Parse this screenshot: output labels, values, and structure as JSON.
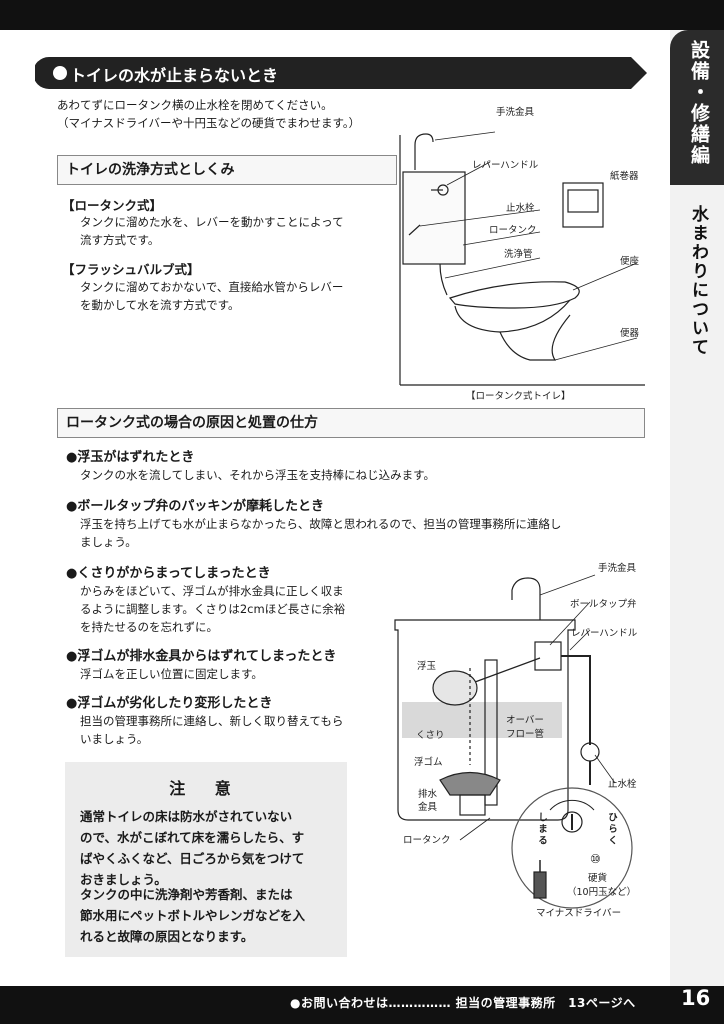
{
  "side_tab": {
    "section": "設備・修繕編",
    "topic": "水まわりについて"
  },
  "main": {
    "title": "トイレの水が止まらないとき",
    "intro_line1": "あわてずにロータンク横の止水栓を閉めてください。",
    "intro_line2": "（マイナスドライバーや十円玉などの硬貨でまわせます。）"
  },
  "flush_section": {
    "heading": "トイレの洗浄方式としくみ",
    "low_tank_title": "【ロータンク式】",
    "low_tank_line1": "タンクに溜めた水を、レバーを動かすことによって",
    "low_tank_line2": "流す方式です。",
    "flush_valve_title": "【フラッシュバルブ式】",
    "flush_valve_line1": "タンクに溜めておかないで、直接給水管からレバー",
    "flush_valve_line2": "を動かして水を流す方式です。"
  },
  "diagram1": {
    "labels": {
      "hand_wash": "手洗金具",
      "lever": "レバーハンドル",
      "stop_valve": "止水栓",
      "low_tank": "ロータンク",
      "flush_pipe": "洗浄管",
      "paper_holder": "紙巻器",
      "seat": "便座",
      "bowl": "便器"
    },
    "caption": "【ロータンク式トイレ】"
  },
  "cause_section": {
    "heading": "ロータンク式の場合の原因と処置の仕方",
    "items": [
      {
        "title": "●浮玉がはずれたとき",
        "line1": "タンクの水を流してしまい、それから浮玉を支持棒にねじ込みます。",
        "line2": ""
      },
      {
        "title": "●ボールタップ弁のパッキンが摩耗したとき",
        "line1": "浮玉を持ち上げても水が止まらなかったら、故障と思われるので、担当の管理事務所に連絡し",
        "line2": "ましょう。"
      },
      {
        "title": "●くさりがからまってしまったとき",
        "line1": "からみをほどいて、浮ゴムが排水金具に正しく収ま",
        "line2": "るように調整します。くさりは2cmほど長さに余裕",
        "line3": "を持たせるのを忘れずに。"
      },
      {
        "title": "●浮ゴムが排水金具からはずれてしまったとき",
        "line1": "浮ゴムを正しい位置に固定します。",
        "line2": ""
      },
      {
        "title": "●浮ゴムが劣化したり変形したとき",
        "line1": "担当の管理事務所に連絡し、新しく取り替えてもら",
        "line2": "いましょう。"
      }
    ]
  },
  "notice": {
    "title": "注 意",
    "p1_line1": "通常トイレの床は防水がされていない",
    "p1_line2": "ので、水がこぼれて床を濡らしたら、す",
    "p1_line3": "ばやくふくなど、日ごろから気をつけて",
    "p1_line4": "おきましょう。",
    "p2_line1": "タンクの中に洗浄剤や芳香剤、または",
    "p2_line2": "節水用にペットボトルやレンガなどを入",
    "p2_line3": "れると故障の原因となります。"
  },
  "diagram2": {
    "labels": {
      "hand_wash": "手洗金具",
      "ball_tap": "ボールタップ弁",
      "lever": "レバーハンドル",
      "float": "浮玉",
      "overflow_1": "オーバー",
      "overflow_2": "フロー管",
      "chain": "くさり",
      "float_rubber": "浮ゴム",
      "drain_1": "排水",
      "drain_2": "金具",
      "stop_valve": "止水栓",
      "low_tank": "ロータンク",
      "close": "しまる",
      "open": "ひらく",
      "coin_symbol": "⑩",
      "coin": "硬貨",
      "coin_note": "（10円玉など）",
      "screwdriver": "マイナスドライバー"
    }
  },
  "footer": {
    "contact": "●お問い合わせは……………  担当の管理事務所　13ページへ",
    "page_number": "16"
  }
}
